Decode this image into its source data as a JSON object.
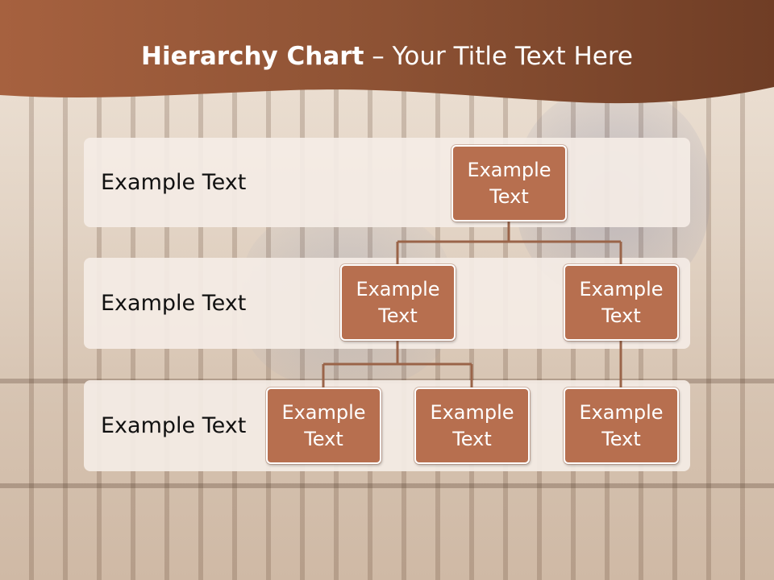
{
  "slide": {
    "title_bold": "Hierarchy Chart",
    "title_rest": " – Your Title Text Here"
  },
  "levels": [
    {
      "label": "Example Text"
    },
    {
      "label": "Example Text"
    },
    {
      "label": "Example Text"
    }
  ],
  "nodes": {
    "root": "Example Text",
    "level2_left": "Example Text",
    "level2_right": "Example Text",
    "level3_left_a": "Example Text",
    "level3_left_b": "Example Text",
    "level3_right": "Example Text"
  },
  "colors": {
    "header_brown": "#8a5033",
    "node_fill": "#b76f4f",
    "connector": "#9a6449",
    "band_fill": "#f4ece5"
  }
}
